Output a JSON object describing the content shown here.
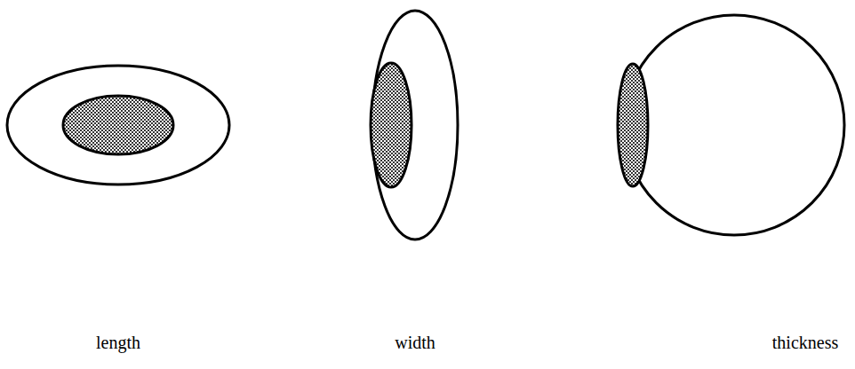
{
  "diagram": {
    "labels": [
      "length",
      "width",
      "thickness"
    ]
  }
}
